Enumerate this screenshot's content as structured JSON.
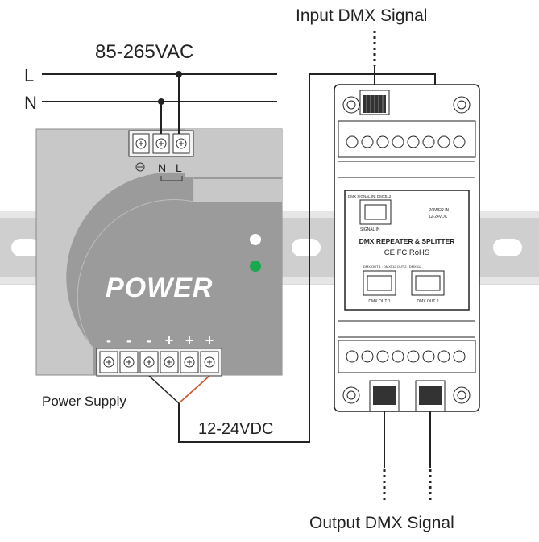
{
  "labels": {
    "input_signal": "Input DMX Signal",
    "ac_voltage": "85-265VAC",
    "line_l": "L",
    "line_n": "N",
    "psu_term_n": "N",
    "psu_term_l": "L",
    "psu_brand": "POWER",
    "psu_caption": "Power Supply",
    "dc_voltage": "12-24VDC",
    "output_signal": "Output DMX Signal",
    "dc_polarity": [
      "-",
      "-",
      "-",
      "+",
      "+",
      "+"
    ]
  },
  "device": {
    "title": "DMX REPEATER & SPLITTER",
    "certs": "CE FC RoHS",
    "signal_in": "SIGNAL IN",
    "power_in": "POWER IN",
    "power_in_spec": "12-24VDC",
    "out1": "DMX OUT 1",
    "out2": "DMX OUT 2",
    "small_top": "DMX SIGNAL IN: DMX512",
    "small_mid": "DMX OUT 1 : DMX512  OUT 2 : DMX512"
  },
  "colors": {
    "wire": "#1a1a1a",
    "wire_red": "#e0532a",
    "psu_body": "#c8c8c8",
    "psu_dark": "#9b9b9b",
    "din_rail": "#d9d9d9",
    "led_white": "#ffffff",
    "led_green": "#1aa84f"
  }
}
